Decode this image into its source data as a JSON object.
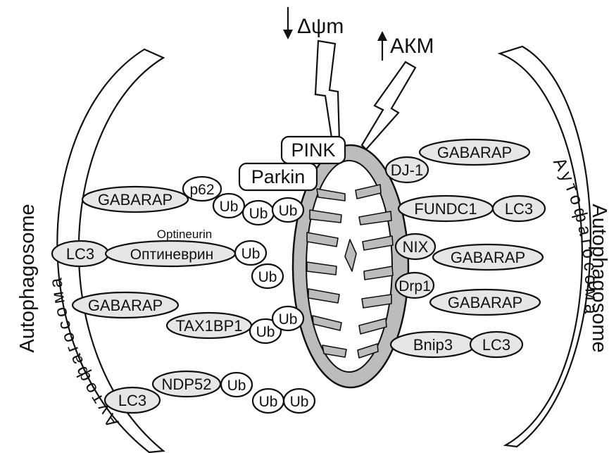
{
  "colors": {
    "stroke": "#111111",
    "protein_fill": "#e6e6e6",
    "mito_fill": "#bcbcbc",
    "background": "#ffffff"
  },
  "left_outer_label": "Autophagosome",
  "left_inner_label": "Аутофагосома",
  "right_outer_label": "Autophagosome",
  "right_inner_label": "Аутофагосома",
  "signal_potential": "Δψm",
  "signal_akm": "АКМ",
  "pink": "PINK",
  "parkin": "Parkin",
  "optineurin_caption": "Optineurin",
  "left": {
    "row1": {
      "gabarap": "GABARAP",
      "p62": "p62",
      "ub1": "Ub",
      "ub2": "Ub",
      "ub3": "Ub"
    },
    "row2": {
      "lc3": "LC3",
      "optineurin": "Оптиневрин",
      "ub1": "Ub",
      "ub2": "Ub"
    },
    "row3": {
      "gabarap": "GABARAP",
      "tax1bp1": "TAX1BP1",
      "ub1": "Ub",
      "ub2": "Ub"
    },
    "row4": {
      "lc3": "LC3",
      "ndp52": "NDP52",
      "ub1": "Ub",
      "ub2": "Ub",
      "ub3": "Ub"
    }
  },
  "right": {
    "row1": {
      "dj1": "DJ-1",
      "gabarap": "GABARAP"
    },
    "row2": {
      "fundc1": "FUNDC1",
      "lc3": "LC3"
    },
    "row3": {
      "nix": "NIX",
      "gabarap": "GABARAP"
    },
    "row4": {
      "drp1": "Drp1",
      "gabarap": "GABARAP"
    },
    "row5": {
      "bnip3": "Bnip3",
      "lc3": "LC3"
    }
  }
}
